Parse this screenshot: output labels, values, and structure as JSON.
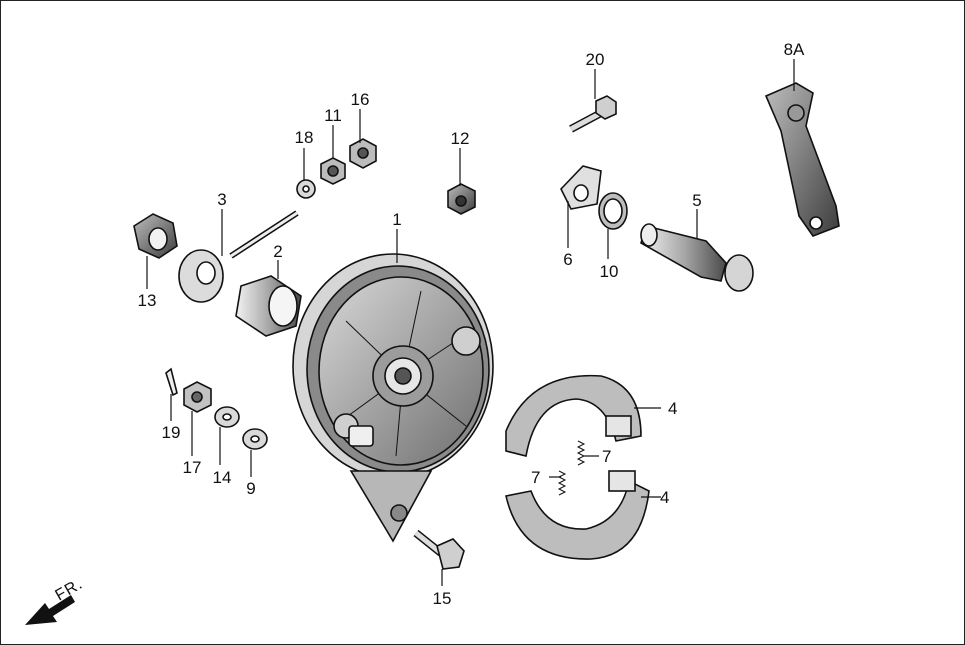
{
  "diagram": {
    "direction_label": "FR.",
    "callouts": [
      {
        "id": "c1",
        "text": "1"
      },
      {
        "id": "c2",
        "text": "2"
      },
      {
        "id": "c3",
        "text": "3"
      },
      {
        "id": "c4a",
        "text": "4"
      },
      {
        "id": "c4b",
        "text": "4"
      },
      {
        "id": "c5",
        "text": "5"
      },
      {
        "id": "c6",
        "text": "6"
      },
      {
        "id": "c7a",
        "text": "7"
      },
      {
        "id": "c7b",
        "text": "7"
      },
      {
        "id": "c8a",
        "text": "8A"
      },
      {
        "id": "c9",
        "text": "9"
      },
      {
        "id": "c10",
        "text": "10"
      },
      {
        "id": "c11",
        "text": "11"
      },
      {
        "id": "c12",
        "text": "12"
      },
      {
        "id": "c13",
        "text": "13"
      },
      {
        "id": "c14",
        "text": "14"
      },
      {
        "id": "c15",
        "text": "15"
      },
      {
        "id": "c16",
        "text": "16"
      },
      {
        "id": "c17",
        "text": "17"
      },
      {
        "id": "c18",
        "text": "18"
      },
      {
        "id": "c19",
        "text": "19"
      },
      {
        "id": "c20",
        "text": "20"
      }
    ]
  }
}
